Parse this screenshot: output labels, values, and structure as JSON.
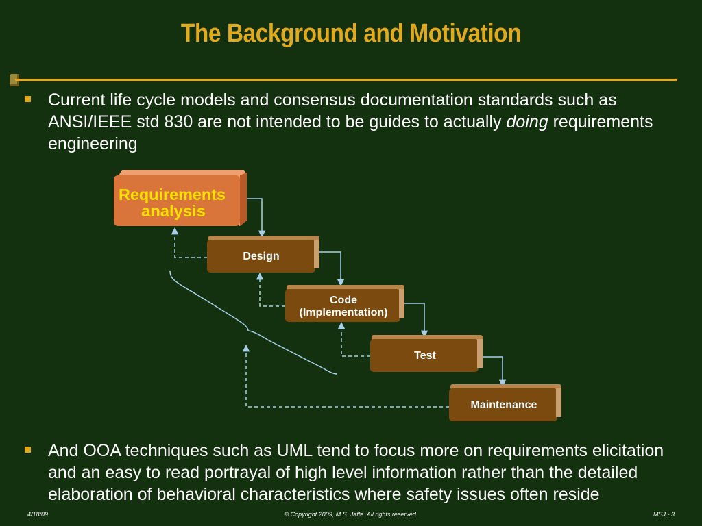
{
  "slide": {
    "title": "The Background and Motivation"
  },
  "bullets": [
    {
      "text_before": "Current life cycle models and consensus documentation standards such as ANSI/IEEE std 830 are not intended to be guides to actually ",
      "emphasis": "doing",
      "text_after": " requirements engineering"
    },
    {
      "text": "And OOA techniques such as UML tend to focus more on requirements elicitation and an easy to read portrayal of high level information rather than the detailed elaboration of behavioral characteristics where safety issues often reside"
    }
  ],
  "diagram": {
    "stages": [
      {
        "line1": "Requirements",
        "line2": "analysis",
        "highlighted": true
      },
      {
        "line1": "Design",
        "line2": "",
        "highlighted": false
      },
      {
        "line1": "Code",
        "line2": "(Implementation)",
        "highlighted": false
      },
      {
        "line1": "Test",
        "line2": "",
        "highlighted": false
      },
      {
        "line1": "Maintenance",
        "line2": "",
        "highlighted": false
      }
    ],
    "colors": {
      "box_fill": "#7a4a0e",
      "box_side": "#c9a070",
      "highlight_fill": "#d9743a",
      "highlight_text": "#ffe000",
      "arrow": "#a9cfe8"
    }
  },
  "footer": {
    "date": "4/18/09",
    "copyright": "© Copyright 2009, M.S. Jaffe.  All rights reserved.",
    "page": "MSJ - 3"
  }
}
